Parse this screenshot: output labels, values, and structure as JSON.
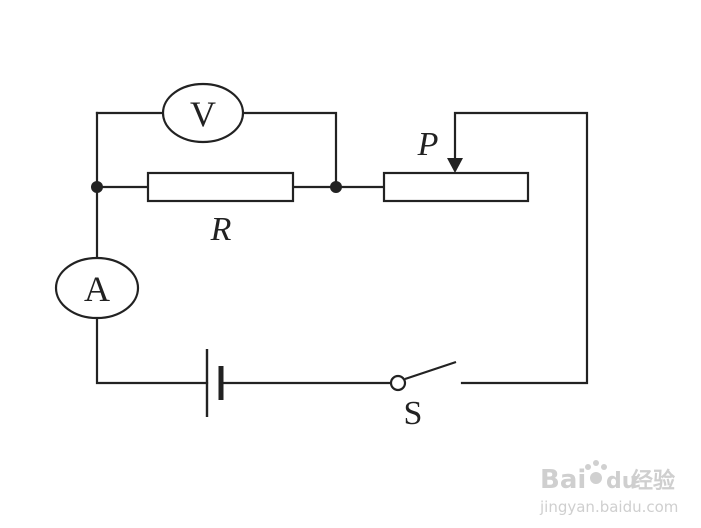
{
  "diagram": {
    "voltmeter_label": "V",
    "ammeter_label": "A",
    "resistor_label": "R",
    "slider_label": "P",
    "switch_label": "S"
  },
  "watermark": {
    "brand": "Bai",
    "paw": "",
    "brand_suffix": "du",
    "product": "经验",
    "url": "jingyan.baidu.com"
  }
}
